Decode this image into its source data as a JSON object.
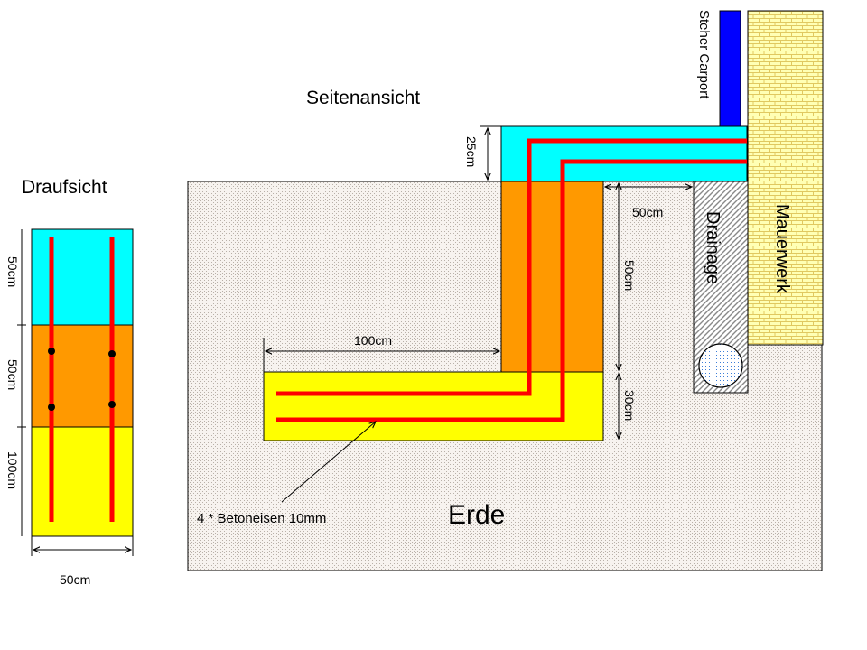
{
  "colors": {
    "earth": "#f7f3ef",
    "cyan": "#00ffff",
    "orange": "#ff9900",
    "yellow": "#ffff00",
    "rebar": "#ff0000",
    "post": "#0000ff",
    "masonry": "#ffffb4",
    "drainage": "#ffffff",
    "pipe": "#cce4ff"
  },
  "labels": {
    "draufsicht": "Draufsicht",
    "seitenansicht": "Seitenansicht",
    "erde": "Erde",
    "drainage": "Drainage",
    "mauerwerk": "Mauerwerk",
    "steher_carport": "Steher Carport",
    "betoneisen": "4 * Betoneisen 10mm"
  },
  "dimensions": {
    "top_50cm_a": "50cm",
    "top_50cm_b": "50cm",
    "top_100cm": "100cm",
    "top_width_50cm": "50cm",
    "side_25cm": "25cm",
    "side_50cm_horizontal": "50cm",
    "side_50cm_vertical": "50cm",
    "side_30cm": "30cm",
    "side_100cm": "100cm"
  }
}
